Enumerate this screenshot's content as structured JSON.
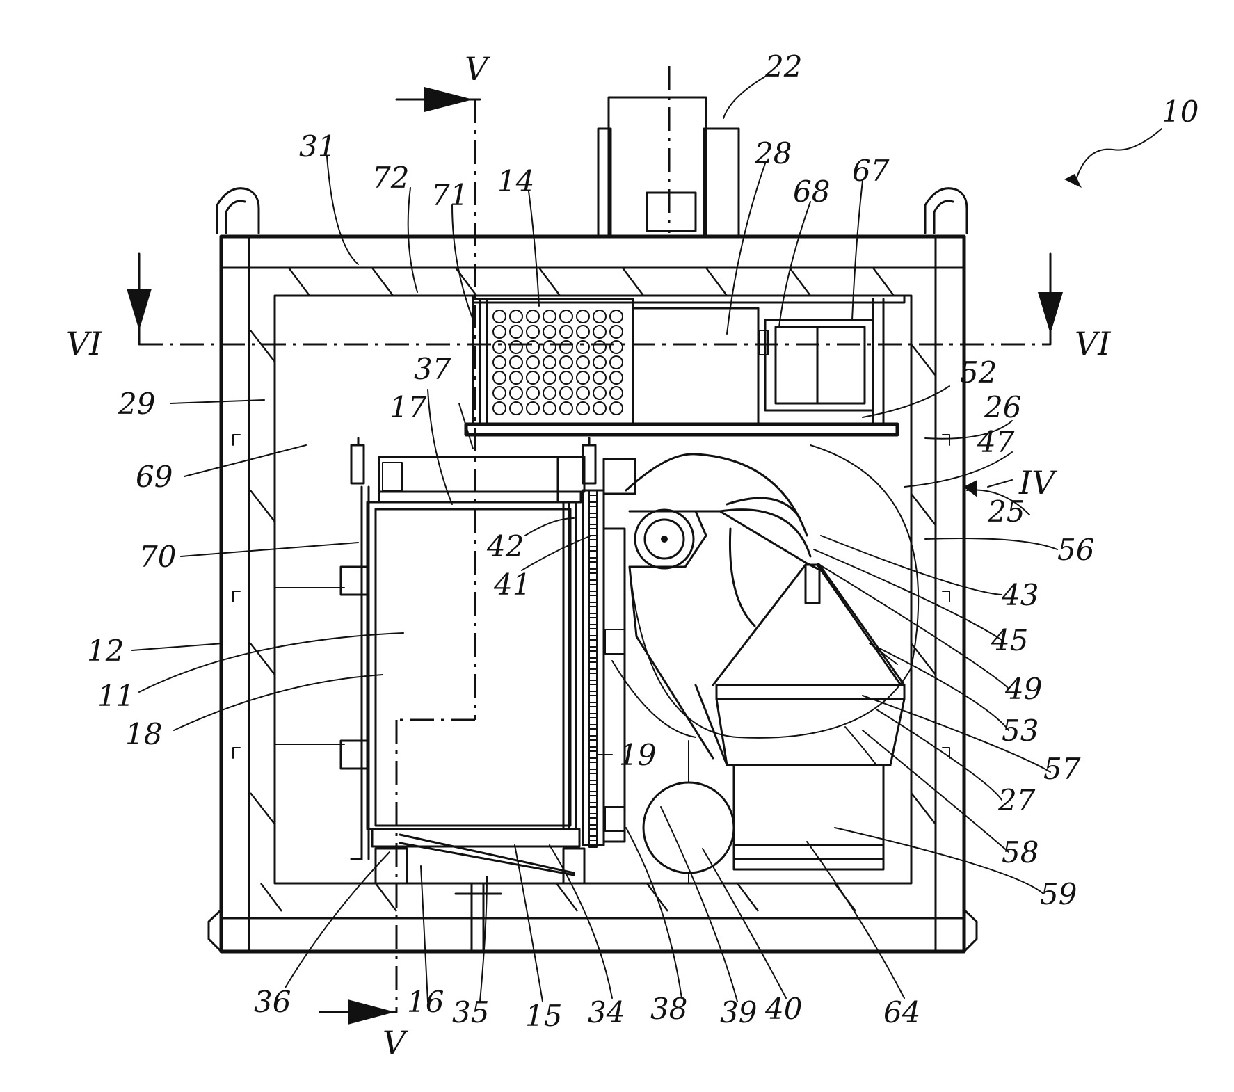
{
  "figure": {
    "section_marks": {
      "V_top": "V",
      "V_bottom": "V",
      "VI_left": "VI",
      "VI_right": "VI",
      "IV": "IV"
    },
    "labels": {
      "n10": "10",
      "n11": "11",
      "n12": "12",
      "n14": "14",
      "n15": "15",
      "n16": "16",
      "n17": "17",
      "n18": "18",
      "n19": "19",
      "n22": "22",
      "n25": "25",
      "n26": "26",
      "n27": "27",
      "n28": "28",
      "n29": "29",
      "n31": "31",
      "n34": "34",
      "n35": "35",
      "n36": "36",
      "n37": "37",
      "n38": "38",
      "n39": "39",
      "n40": "40",
      "n41": "41",
      "n42": "42",
      "n43": "43",
      "n45": "45",
      "n47": "47",
      "n49": "49",
      "n52": "52",
      "n53": "53",
      "n56": "56",
      "n57": "57",
      "n58": "58",
      "n59": "59",
      "n64": "64",
      "n67": "67",
      "n68": "68",
      "n69": "69",
      "n70": "70",
      "n71": "71",
      "n72": "72"
    }
  }
}
